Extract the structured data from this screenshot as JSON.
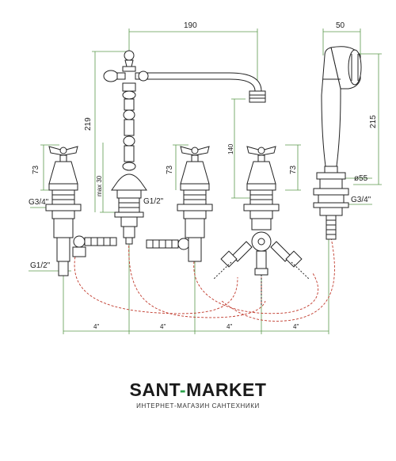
{
  "diagram": {
    "dimensions": {
      "spout_width": "190",
      "spout_height": "219",
      "spout_max": "max 30",
      "spout_thread": "G1/2\"",
      "handle_height_left": "73",
      "handle_height_mid": "73",
      "handle_height_right": "73",
      "inlet_thread": "G3/4\"",
      "supply_thread": "G1/2\"",
      "mid_height": "140",
      "shower_width": "50",
      "shower_length": "215",
      "shower_diameter": "ø55",
      "shower_thread": "G3/4\"",
      "spacing": [
        "4\"",
        "4\"",
        "4\"",
        "4\""
      ]
    },
    "colors": {
      "dimension_lines": "#5b9a4c",
      "hose": "#c0392b",
      "outline": "#222222"
    }
  },
  "logo": {
    "brand_prefix": "SANT",
    "brand_dash": "-",
    "brand_suffix": "MARKET",
    "tagline": "ИНТЕРНЕТ-МАГАЗИН САНТЕХНИКИ",
    "accent_color": "#2aa24a"
  }
}
